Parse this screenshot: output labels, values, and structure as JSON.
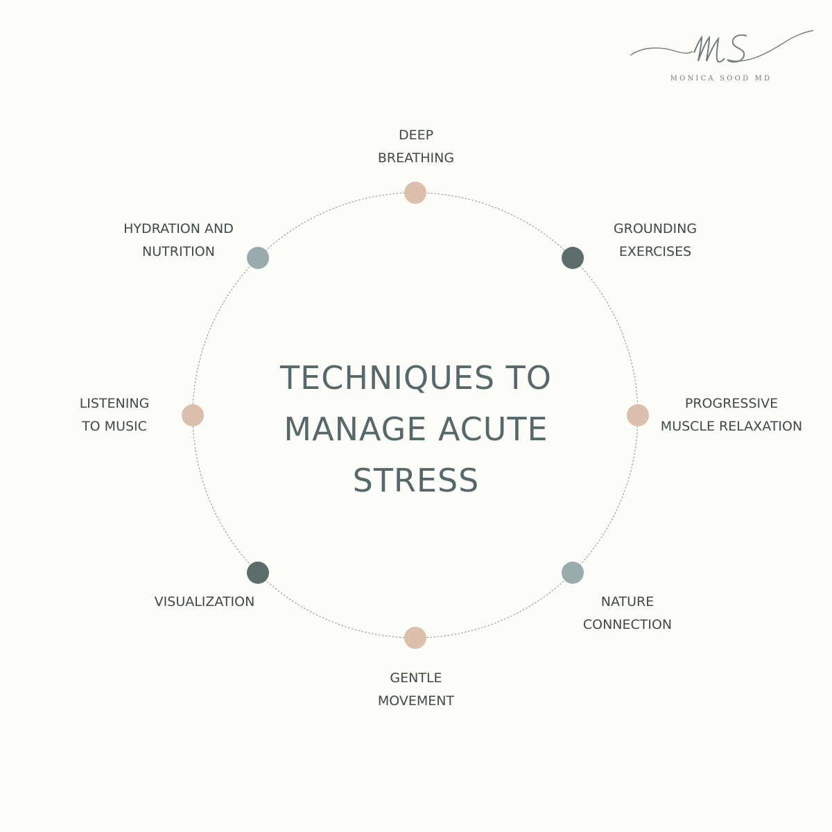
{
  "logo": {
    "monogram": "MS",
    "name": "MONICA SOOD MD"
  },
  "title": {
    "line1": "TECHNIQUES TO",
    "line2": "MANAGE ACUTE",
    "line3": "STRESS"
  },
  "colors": {
    "background": "#fcfcf9",
    "title": "#56686a",
    "text": "#3e4948",
    "dot_beige": "#dcc0ad",
    "dot_dark": "#5c6c6b",
    "dot_light": "#9aabad",
    "ring": "#8a8a8a"
  },
  "techniques": [
    {
      "lines": [
        "DEEP",
        "BREATHING"
      ],
      "dot_color": "#dcc0ad"
    },
    {
      "lines": [
        "GROUNDING",
        "EXERCISES"
      ],
      "dot_color": "#5c6c6b"
    },
    {
      "lines": [
        "PROGRESSIVE",
        "MUSCLE RELAXATION"
      ],
      "dot_color": "#dcc0ad"
    },
    {
      "lines": [
        "NATURE",
        "CONNECTION"
      ],
      "dot_color": "#9aabad"
    },
    {
      "lines": [
        "GENTLE",
        "MOVEMENT"
      ],
      "dot_color": "#dcc0ad"
    },
    {
      "lines": [
        "VISUALIZATION"
      ],
      "dot_color": "#5c6c6b"
    },
    {
      "lines": [
        "LISTENING",
        "TO MUSIC"
      ],
      "dot_color": "#dcc0ad"
    },
    {
      "lines": [
        "HYDRATION AND",
        "NUTRITION"
      ],
      "dot_color": "#9aabad"
    }
  ]
}
